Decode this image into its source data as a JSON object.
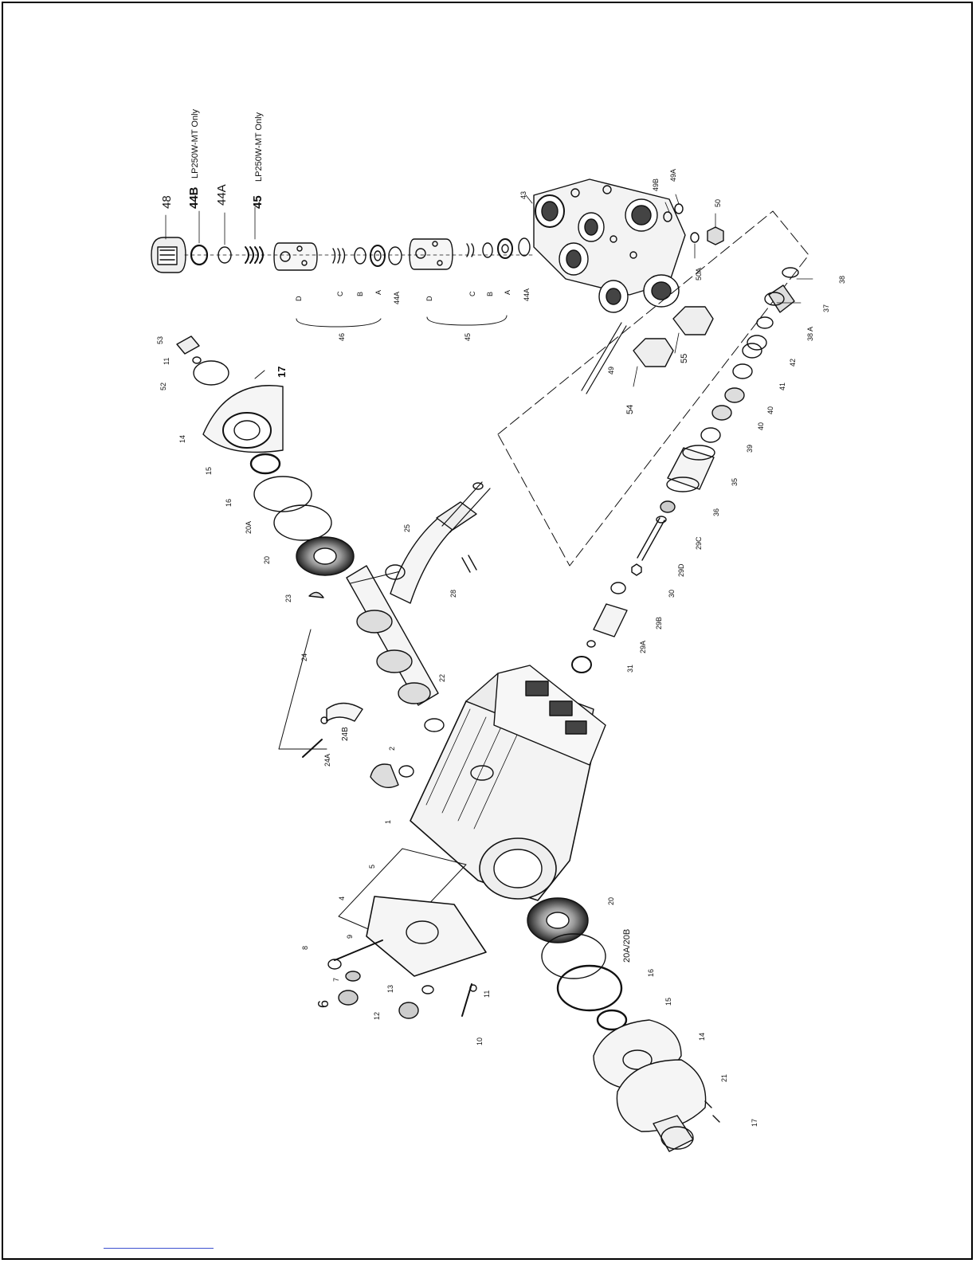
{
  "diagram": {
    "header_labels": {
      "l48": "48",
      "l44b": "44B",
      "l44b_note": "LP250W-MT Only",
      "l44a": "44A",
      "l45": "45",
      "l45_note": "LP250W-MT Only"
    },
    "valve_parts": {
      "d": "D",
      "c": "C",
      "b": "B",
      "a": "A",
      "l44a": "44A",
      "group46": "46",
      "group45": "45"
    },
    "part_labels": {
      "p53": "53",
      "p11": "11",
      "p52": "52",
      "p17": "17",
      "p14": "14",
      "p15": "15",
      "p16": "16",
      "p20a": "20A",
      "p20": "20",
      "p23": "23",
      "p24": "24",
      "p24a": "24A",
      "p24b": "24B",
      "p22": "22",
      "p25": "25",
      "p28": "28",
      "p2": "2",
      "p1": "1",
      "p5": "5",
      "p4": "4",
      "p8": "8",
      "p9": "9",
      "p7": "7",
      "p6": "6",
      "p13": "13",
      "p12": "12",
      "p10": "10",
      "p11b": "11",
      "p43": "43",
      "p49b": "49B",
      "p49a": "49A",
      "p50": "50",
      "p50a": "50A",
      "p38": "38",
      "p37": "37",
      "p38a": "38 A",
      "p42": "42",
      "p41": "41",
      "p40": "40",
      "p40b": "40",
      "p39": "39",
      "p35": "35",
      "p36": "36",
      "p29c": "29C",
      "p29d": "29D",
      "p30": "30",
      "p29b": "29B",
      "p29a": "29A",
      "p31": "31",
      "p49": "49",
      "p54": "54",
      "p55": "55",
      "p20r": "20",
      "p20a20b": "20A/20B",
      "p16b": "16",
      "p15b": "15",
      "p14b": "14",
      "p21": "21",
      "p17b": "17"
    }
  }
}
